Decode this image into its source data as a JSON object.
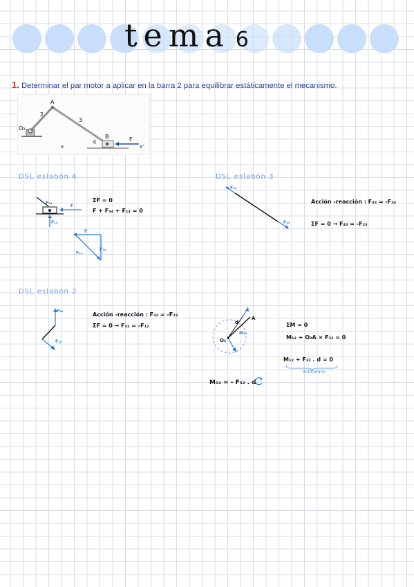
{
  "header": {
    "title": "tema",
    "number": "6",
    "decor_color": "#c8defa"
  },
  "problem": {
    "number": "1.",
    "statement": "Determinar el par motor a aplicar en la barra 2 para equilibrar estáticamente el mecanismo."
  },
  "figure": {
    "labels": {
      "A": "A",
      "B": "B",
      "O2": "O₂",
      "n2": "2",
      "n3": "3",
      "n4": "4",
      "F": "F",
      "x": "x",
      "xp": "x'"
    }
  },
  "sections": {
    "dsl4": {
      "heading": "DSL eslabón 4.",
      "eq1": "ΣF = 0",
      "eq2": "F + F₃₄ + F₁₄ = 0",
      "lbl_f14": "F₁₄",
      "lbl_f": "F",
      "lbl_f34": "F₃₄",
      "tri_f": "F",
      "tri_f34": "F₃₄",
      "tri_f14": "F₁₄"
    },
    "dsl3": {
      "heading": "DSL eslabón 3",
      "lbl_f23": "F₂₃",
      "lbl_f43": "F₄₃",
      "eq1": "Acción -reacción : F₄₃ = -F₃₄",
      "eq2": "ΣF = 0 → F₄₃ = -F₂₃"
    },
    "dsl2": {
      "heading": "DSL eslabón 2",
      "lbl_f32": "F₃₂",
      "lbl_f12": "F₁₂",
      "eq1": "Acción -reacción : F₃₂ = -F₂₃",
      "eq2": "ΣF = 0 → F₃₂ = -F₁₂",
      "lbl_o2": "O₂",
      "lbl_a": "A",
      "lbl_d": "d",
      "lbl_m": "M₁₂",
      "m_eq1": "ΣM = 0",
      "m_eq2": "M₁₂ + O₂A × F₃₂ = 0",
      "m_eq3": "M₁₂ + F₃₂ . d = 0",
      "m_note": "Antihorario",
      "m_final": "M₁₂ = - F₃₂ . d"
    }
  }
}
